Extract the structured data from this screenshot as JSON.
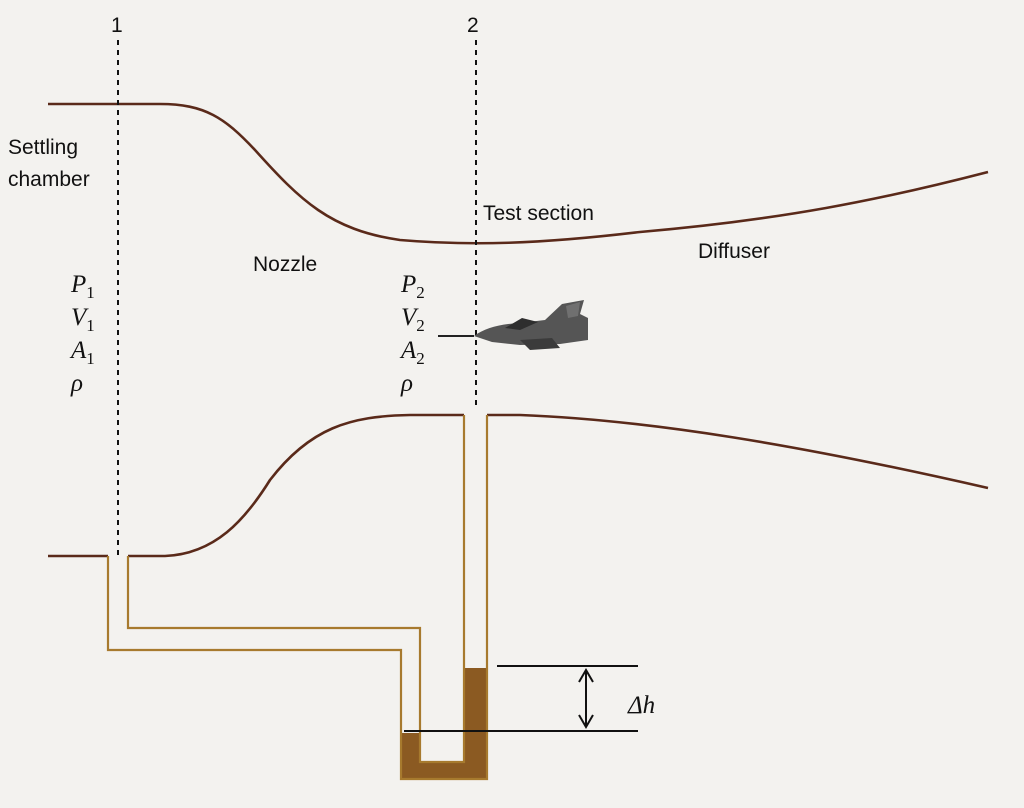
{
  "stations": {
    "one": "1",
    "two": "2"
  },
  "labels": {
    "settling_chamber_line1": "Settling",
    "settling_chamber_line2": "chamber",
    "nozzle": "Nozzle",
    "test_section": "Test section",
    "diffuser": "Diffuser",
    "delta_h": "Δh"
  },
  "station1_vars": [
    {
      "sym": "P",
      "sub": "1"
    },
    {
      "sym": "V",
      "sub": "1"
    },
    {
      "sym": "A",
      "sub": "1"
    },
    {
      "sym": "ρ",
      "sub": ""
    }
  ],
  "station2_vars": [
    {
      "sym": "P",
      "sub": "2"
    },
    {
      "sym": "V",
      "sub": "2"
    },
    {
      "sym": "A",
      "sub": "2"
    },
    {
      "sym": "ρ",
      "sub": ""
    }
  ],
  "colors": {
    "wall": "#5a2a1a",
    "manometer_tube": "#a77a2e",
    "manometer_fluid": "#8b5a22",
    "aircraft": "#555555"
  },
  "icons": {
    "aircraft": "fighter-jet-model-icon"
  }
}
